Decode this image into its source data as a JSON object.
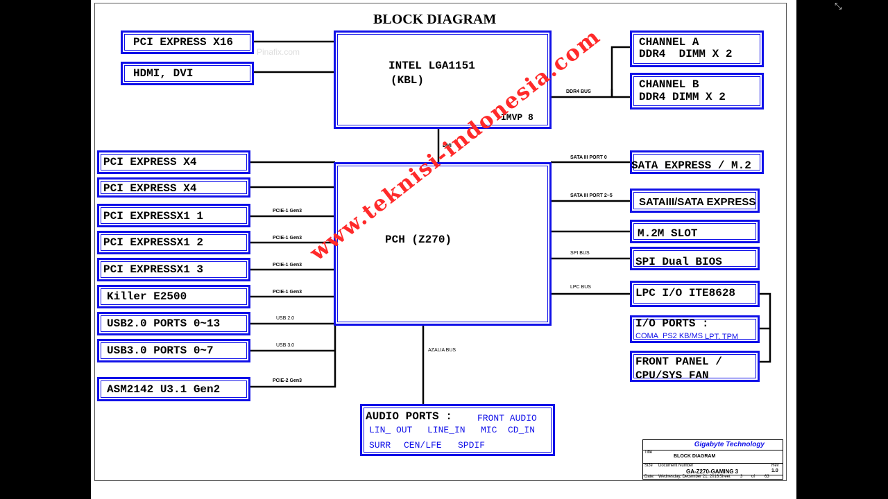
{
  "diagram": {
    "title": "BLOCK DIAGRAM",
    "cpu": {
      "line1": "INTEL LGA1151",
      "line2": "(KBL)",
      "vr": "IMVP 8"
    },
    "pch": {
      "label": "PCH (Z270)"
    },
    "left_top": [
      "PCI EXPRESS X16",
      "HDMI, DVI"
    ],
    "memory": {
      "a1": "CHANNEL A",
      "a2": "DDR4  DIMM X 2",
      "b1": "CHANNEL B",
      "b2": "DDR4 DIMM X 2",
      "bus": "DDR4 BUS"
    },
    "dmi": "DMI",
    "left_pch": [
      "PCI EXPRESS X4",
      "PCI EXPRESS X4",
      "PCI EXPRESSX1 1",
      "PCI EXPRESSX1 2",
      "PCI EXPRESSX1 3",
      "Killer E2500",
      "USB2.0 PORTS 0~13",
      "USB3.0 PORTS 0~7",
      "ASM2142 U3.1 Gen2"
    ],
    "left_bus_labels": [
      "PCIE-1 Gen3",
      "PCIE-1 Gen3",
      "PCIE-1 Gen3",
      "PCIE-1 Gen3",
      "USB 2.0",
      "USB 3.0",
      "PCIE-2 Gen3"
    ],
    "right_pch": [
      "SATA EXPRESS / M.2",
      "SATAIII/SATA EXPRESS",
      "M.2M SLOT",
      "SPI Dual BIOS",
      "LPC I/O ITE8628"
    ],
    "right_bus_labels": [
      "SATA III PORT 0",
      "SATA III PORT 2~5",
      "SPI BUS",
      "LPC BUS"
    ],
    "io_ports": {
      "title": "I/O PORTS :",
      "items": [
        "COMA",
        "PS2 KB/MS",
        "LPT, TPM"
      ]
    },
    "front_panel": {
      "line1": "FRONT PANEL /",
      "line2": "CPU/SYS FAN"
    },
    "azalia": "AZALIA BUS",
    "audio": {
      "title": "AUDIO PORTS :",
      "front": "FRONT AUDIO",
      "row1": [
        "LIN_ OUT",
        "LINE_IN",
        "MIC",
        "CD_IN"
      ],
      "row2": [
        "SURR",
        "CEN/LFE",
        "SPDIF"
      ]
    },
    "watermark": "www.teknisi-indonesia.com",
    "faint_watermark": "Pinafix.com"
  },
  "title_block": {
    "company": "Gigabyte Technology",
    "title_label": "Title",
    "title": "BLOCK DIAGRAM",
    "size_label": "Size",
    "docnum_label": "Document Number",
    "docnum": "GA-Z270-GAMING 3",
    "rev_label": "Rev",
    "rev": "1.0",
    "date_label": "Date:",
    "date": "Wednesday, December 21, 2016",
    "sheet_label": "Sheet",
    "sheet": "3",
    "of_label": "of",
    "total": "63"
  },
  "colors": {
    "box": "#1010e8",
    "watermark": "#ff2a2a",
    "line": "#000000"
  }
}
